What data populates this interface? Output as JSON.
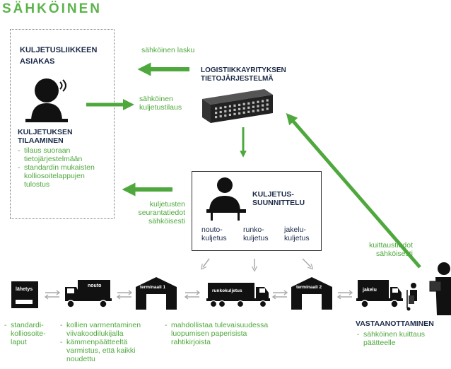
{
  "title": "SÄHKÖINEN",
  "customer": {
    "heading": [
      "KULJETUSLIIKKEEN",
      "ASIAKAS"
    ],
    "ordering_heading": [
      "KULJETUKSEN",
      "TILAAMINEN"
    ],
    "bullets": [
      [
        "tilaus suoraan",
        "tietojärjestelmään"
      ],
      [
        "standardin mukaisten",
        "kolliosoitelappujen",
        "tulostus"
      ]
    ]
  },
  "flows": {
    "invoice": "sähköinen lasku",
    "order": [
      "sähköinen",
      "kuljetustilaus"
    ],
    "tracking": [
      "kuljetusten",
      "seurantatiedot",
      "sähköisesti"
    ],
    "receipt": [
      "kuittaustiedot",
      "sähköisesti"
    ]
  },
  "system": {
    "label": [
      "LOGISTIIKKAYRITYKSEN",
      "TIETOJÄRJESTELMÄ"
    ]
  },
  "planning": {
    "label": [
      "KULJETUS-",
      "SUUNNITTELU"
    ],
    "types": [
      [
        "nouto-",
        "kuljetus"
      ],
      [
        "runko-",
        "kuljetus"
      ],
      [
        "jakelu-",
        "kuljetus"
      ]
    ]
  },
  "chain": {
    "labels": [
      "lähetys",
      "nouto",
      "terminaali 1",
      "runkokuljetus",
      "terminaali 2",
      "jakelu"
    ]
  },
  "receiving": {
    "heading": "VASTAANOTTAMINEN",
    "bullets": [
      [
        "sähköinen kuittaus",
        "päätteelle"
      ]
    ]
  },
  "bottom_notes": {
    "label_note": [
      "standardi-",
      "kolliosoite-",
      "laput"
    ],
    "pickup_note": [
      [
        "kollien varmentaminen",
        "viivakoodilukijalla"
      ],
      [
        "kämmenpäätteeltä",
        "varmistus, että kaikki",
        "noudettu"
      ]
    ],
    "trunk_note": [
      [
        "mahdollistaa tulevaisuudessa",
        "luopumisen paperisista",
        "rahtikirjoista"
      ]
    ]
  },
  "colors": {
    "green": "#4fa83d",
    "navy": "#1b2a48",
    "black": "#111111",
    "gray": "#aaaaaa"
  }
}
